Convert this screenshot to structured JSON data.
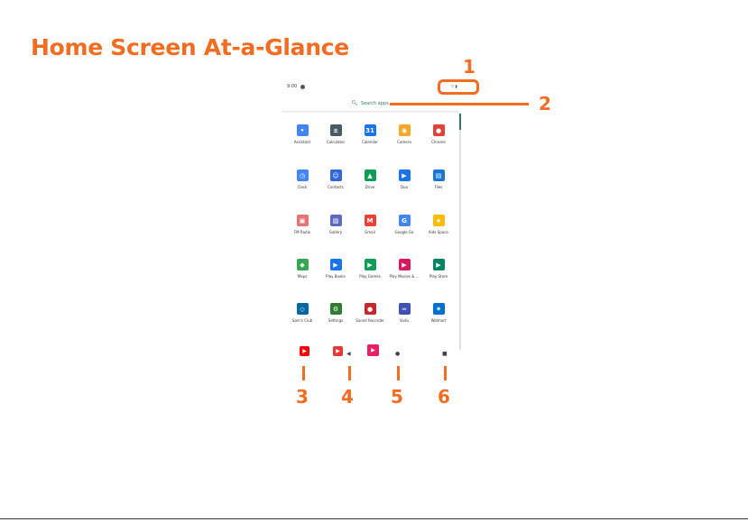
{
  "page_title": "Home Screen At-a-Glance",
  "status_bar": {
    "time": "9:00",
    "right_icons": "▽ ▮"
  },
  "search": {
    "placeholder": "Search apps",
    "icon": "search-icon"
  },
  "apps": [
    {
      "label": "Assistant",
      "icon": "assistant-icon",
      "color": "#4285f4",
      "glyph": "•"
    },
    {
      "label": "Calculator",
      "icon": "calculator-icon",
      "color": "#455a64",
      "glyph": "±"
    },
    {
      "label": "Calendar",
      "icon": "calendar-icon",
      "color": "#1a73e8",
      "glyph": "31"
    },
    {
      "label": "Camera",
      "icon": "camera-icon",
      "color": "#f9a825",
      "glyph": "◉"
    },
    {
      "label": "Chrome",
      "icon": "chrome-icon",
      "color": "#db4437",
      "glyph": "●"
    },
    {
      "label": "Clock",
      "icon": "clock-icon",
      "color": "#4285f4",
      "glyph": "◷"
    },
    {
      "label": "Contacts",
      "icon": "contacts-icon",
      "color": "#3367d6",
      "glyph": "☺"
    },
    {
      "label": "Drive",
      "icon": "drive-icon",
      "color": "#0f9d58",
      "glyph": "▲"
    },
    {
      "label": "Duo",
      "icon": "duo-icon",
      "color": "#1a73e8",
      "glyph": "▶"
    },
    {
      "label": "Files",
      "icon": "files-icon",
      "color": "#1976d2",
      "glyph": "▤"
    },
    {
      "label": "FM Radio",
      "icon": "radio-icon",
      "color": "#e57373",
      "glyph": "▣"
    },
    {
      "label": "Gallery",
      "icon": "gallery-icon",
      "color": "#5c6bc0",
      "glyph": "▧"
    },
    {
      "label": "Gmail",
      "icon": "gmail-icon",
      "color": "#ea4335",
      "glyph": "M"
    },
    {
      "label": "Google Go",
      "icon": "google-go-icon",
      "color": "#4285f4",
      "glyph": "G"
    },
    {
      "label": "Kids Space",
      "icon": "kids-space-icon",
      "color": "#fbbc04",
      "glyph": "★"
    },
    {
      "label": "Maps",
      "icon": "maps-icon",
      "color": "#34a853",
      "glyph": "◆"
    },
    {
      "label": "Play Books",
      "icon": "play-books-icon",
      "color": "#1a73e8",
      "glyph": "▶"
    },
    {
      "label": "Play Games",
      "icon": "play-games-icon",
      "color": "#0f9d58",
      "glyph": "▶"
    },
    {
      "label": "Play Movies & ...",
      "icon": "play-movies-icon",
      "color": "#d81b60",
      "glyph": "▶"
    },
    {
      "label": "Play Store",
      "icon": "play-store-icon",
      "color": "#01875f",
      "glyph": "▶"
    },
    {
      "label": "Sam's Club",
      "icon": "sams-club-icon",
      "color": "#0067a0",
      "glyph": "◇"
    },
    {
      "label": "Settings",
      "icon": "settings-icon",
      "color": "#2e7d32",
      "glyph": "⚙"
    },
    {
      "label": "Sound Recorder",
      "icon": "recorder-icon",
      "color": "#c62828",
      "glyph": "●"
    },
    {
      "label": "Vudu",
      "icon": "vudu-icon",
      "color": "#3f51b5",
      "glyph": "═"
    },
    {
      "label": "Walmart",
      "icon": "walmart-icon",
      "color": "#0071ce",
      "glyph": "✷"
    }
  ],
  "dock": [
    {
      "icon": "youtube-icon",
      "color": "#ff0000",
      "glyph": "▶"
    },
    {
      "icon": "youtube-music-icon",
      "color": "#e53935",
      "glyph": "▶"
    },
    {
      "icon": "yt-music-icon",
      "color": "#e91e63",
      "glyph": "▶"
    }
  ],
  "nav": {
    "back": "◀",
    "home": "●",
    "recents": "■"
  },
  "callouts": [
    "1",
    "2",
    "3",
    "4",
    "5",
    "6"
  ],
  "colors": {
    "accent": "#f26c21",
    "search_text": "#2e7d63"
  }
}
